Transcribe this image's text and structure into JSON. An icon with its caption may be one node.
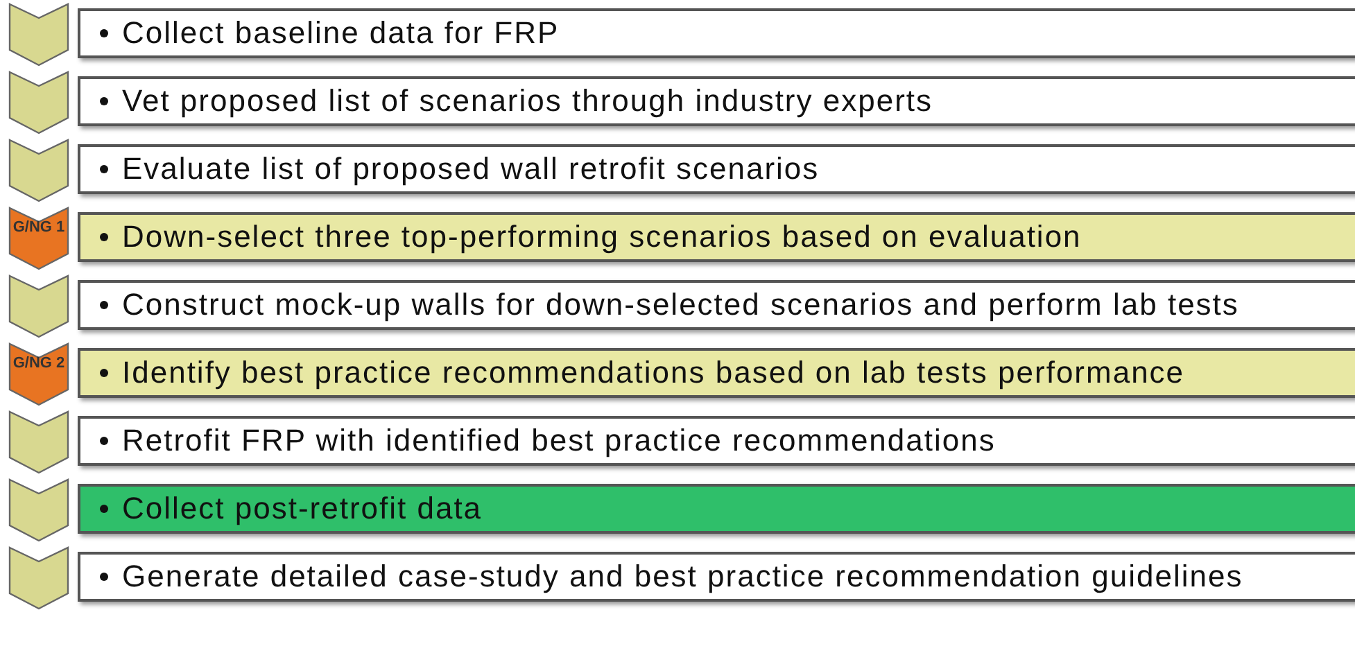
{
  "diagram": {
    "nodes": [
      {
        "text": [],
        "shape": "chevron"
      },
      {
        "text": [
          "Collect baseline data for FRP"
        ]
      },
      {
        "text": [],
        "shape": "chevron"
      },
      {
        "text": [
          "Vet proposed list of scenarios through industry experts"
        ]
      },
      {
        "text": [],
        "shape": "chevron"
      },
      {
        "text": [
          "Evaluate list of proposed wall retrofit scenarios"
        ]
      },
      {
        "text": [
          "G/NG 1"
        ]
      },
      {
        "text": [
          "Down-select three top-performing scenarios based on evaluation"
        ]
      },
      {
        "text": [],
        "shape": "chevron"
      },
      {
        "text": [
          "Construct mock-up walls for down-selected scenarios and perform lab tests"
        ]
      },
      {
        "text": [
          "G/NG 2"
        ]
      },
      {
        "text": [
          "Identify best practice recommendations based on lab tests performance"
        ]
      },
      {
        "text": [],
        "shape": "chevron"
      },
      {
        "text": [
          "Retrofit FRP with identified best practice recommendations"
        ]
      },
      {
        "text": [],
        "shape": "chevron"
      },
      {
        "text": [
          "Collect post-retrofit data"
        ]
      },
      {
        "text": [],
        "shape": "chevron"
      },
      {
        "text": [
          "Generate detailed case-study and best practice recommendation guidelines"
        ]
      }
    ]
  }
}
